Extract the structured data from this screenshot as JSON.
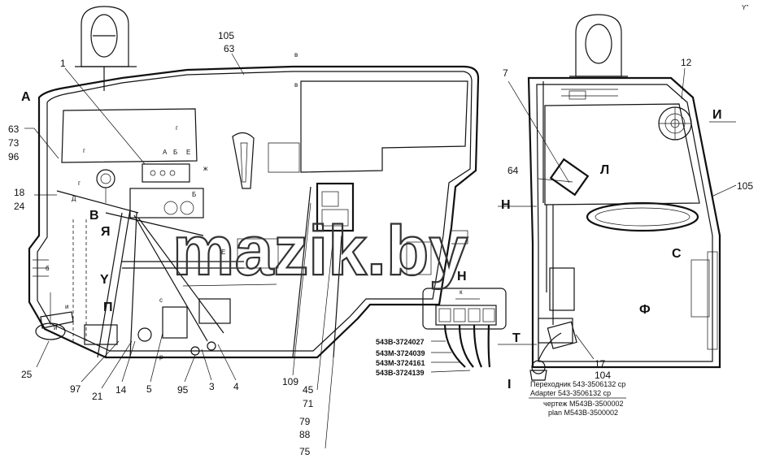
{
  "labels": {
    "n105a": "105",
    "n63a": "63",
    "n1": "1",
    "n63b": "63",
    "n73": "73",
    "n96": "96",
    "n18": "18",
    "n24": "24",
    "n25": "25",
    "n97": "97",
    "n21": "21",
    "n14": "14",
    "n5": "5",
    "n95": "95",
    "n3": "3",
    "n4": "4",
    "n109": "109",
    "n45": "45",
    "n71": "71",
    "n79": "79",
    "n88": "88",
    "n75": "75",
    "n7": "7",
    "n12": "12",
    "n64": "64",
    "n105b": "105",
    "n17": "17",
    "n104": "104"
  },
  "letters": {
    "A": "А",
    "I_left": "Я",
    "Y": "Y",
    "P": "П",
    "V": "В",
    "I_right": "И",
    "L": "Л",
    "N_left": "Н",
    "N_mid": "Н",
    "S": "С",
    "F": "Ф",
    "T": "Т",
    "I_roman": "I",
    "g1": "г",
    "g2": "г",
    "g3": "г",
    "v1": "в",
    "v2": "в",
    "zh": "ж",
    "b1": "б",
    "i1": "и",
    "i2": "и",
    "r": "р",
    "a2": "А",
    "b2": "Б",
    "e1": "Е",
    "c1": "с",
    "d1": "Д",
    "e2": "Е",
    "k": "к",
    "b3": "Б"
  },
  "parts": [
    "543В-3724027",
    "543М-3724039",
    "543М-3724161",
    "543В-3724139"
  ],
  "caption": {
    "line1": "Переходник 543-3506132 ср",
    "line2": "Adapter 543-3506132 ср",
    "line3": "чертеж М543В-3500002",
    "line4": "plan М543В-3500002"
  },
  "watermark": "mazik.by",
  "corner_mark": "Y\""
}
